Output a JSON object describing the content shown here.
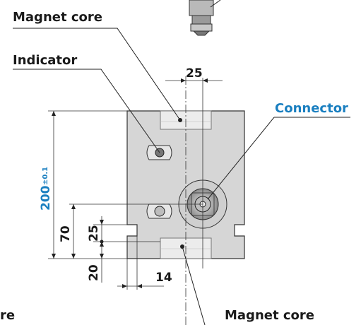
{
  "labels": {
    "magnet_core_top": "Magnet core",
    "indicator": "Indicator",
    "connector": "Connector",
    "magnet_core_bottom": "Magnet core",
    "cutoff_left": "re"
  },
  "dimensions": {
    "height": "200",
    "height_tolerance": "±0.1",
    "d70": "70",
    "d25_side": "25",
    "d20": "20",
    "d14": "14",
    "d25_top": "25"
  },
  "colors": {
    "accent": "#1a7fc0",
    "body": "#d6d6d6",
    "core": "#ececec"
  }
}
